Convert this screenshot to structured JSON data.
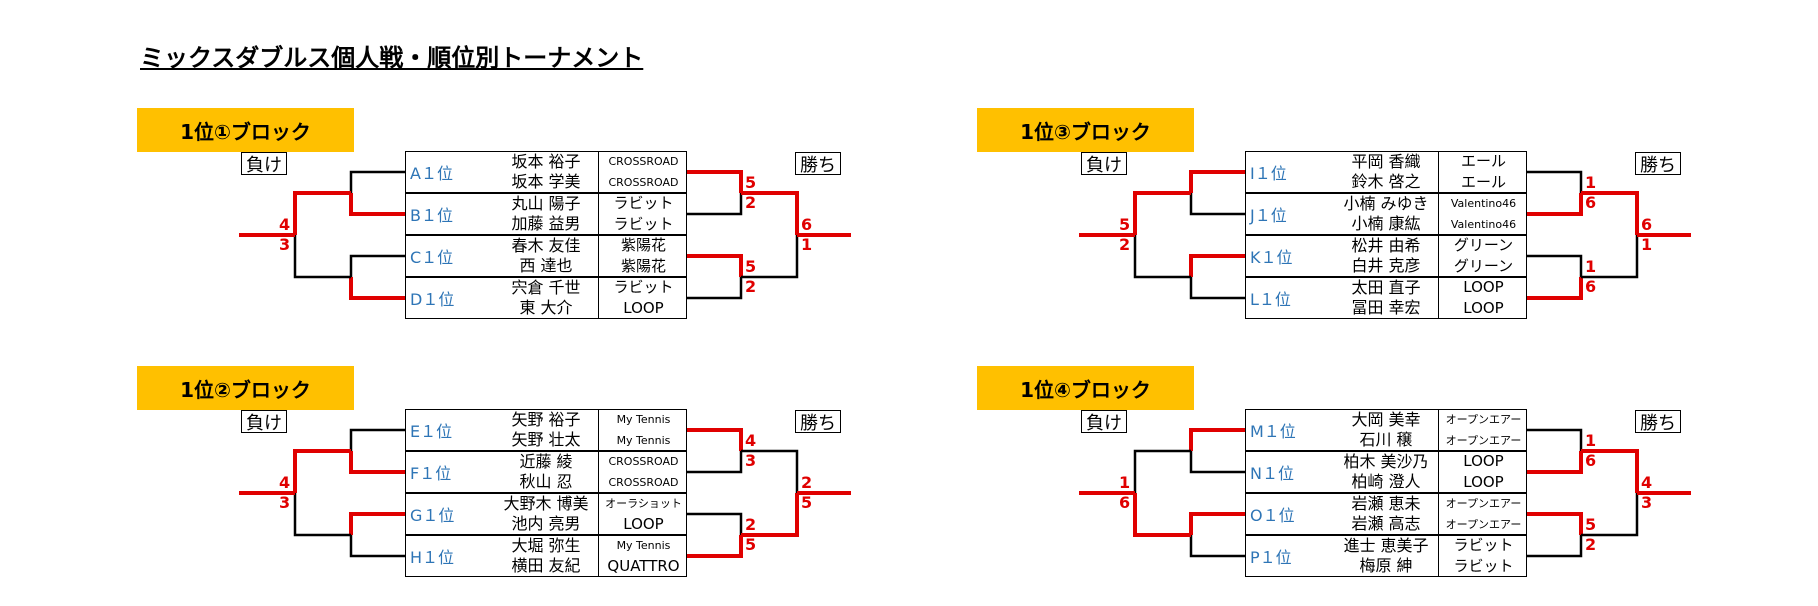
{
  "title": "ミックスダブルス個人戦・順位別トーナメント",
  "labels": {
    "lose": "負け",
    "win": "勝ち"
  },
  "colors": {
    "header": "#ffc000",
    "winline": "#e00000",
    "line": "#000000",
    "rank": "#2e75b6"
  },
  "blocks": [
    {
      "name": "1位①ブロック",
      "teams": [
        {
          "rank": "A１位",
          "p1": "坂本 裕子",
          "p2": "坂本 学美",
          "c1": "CROSSROAD",
          "c2": "CROSSROAD"
        },
        {
          "rank": "B１位",
          "p1": "丸山 陽子",
          "p2": "加藤 益男",
          "c1": "ラビット",
          "c2": "ラビット"
        },
        {
          "rank": "C１位",
          "p1": "春木 友佳",
          "p2": "西 達也",
          "c1": "紫陽花",
          "c2": "紫陽花"
        },
        {
          "rank": "D１位",
          "p1": "宍倉 千世",
          "p2": "東 大介",
          "c1": "ラビット",
          "c2": "LOOP"
        }
      ],
      "scores": {
        "loseTop": "4",
        "loseBot": "3",
        "wA1": "5",
        "wA2": "2",
        "wB1": "5",
        "wB2": "2",
        "winTop": "6",
        "winBot": "1"
      }
    },
    {
      "name": "1位②ブロック",
      "teams": [
        {
          "rank": "E１位",
          "p1": "矢野 裕子",
          "p2": "矢野 壮太",
          "c1": "My Tennis",
          "c2": "My Tennis"
        },
        {
          "rank": "F１位",
          "p1": "近藤 綾",
          "p2": "秋山 忍",
          "c1": "CROSSROAD",
          "c2": "CROSSROAD"
        },
        {
          "rank": "G１位",
          "p1": "大野木 博美",
          "p2": "池内 亮男",
          "c1": "オーラショット",
          "c2": "LOOP"
        },
        {
          "rank": "H１位",
          "p1": "大堀 弥生",
          "p2": "横田 友紀",
          "c1": "My Tennis",
          "c2": "QUATTRO"
        }
      ],
      "scores": {
        "loseTop": "4",
        "loseBot": "3",
        "wA1": "4",
        "wA2": "3",
        "wB1": "2",
        "wB2": "5",
        "winTop": "2",
        "winBot": "5"
      }
    },
    {
      "name": "1位③ブロック",
      "teams": [
        {
          "rank": "I１位",
          "p1": "平岡 香織",
          "p2": "鈴木 啓之",
          "c1": "エール",
          "c2": "エール"
        },
        {
          "rank": "J１位",
          "p1": "小楠 みゆき",
          "p2": "小楠 康紘",
          "c1": "Valentino46",
          "c2": "Valentino46"
        },
        {
          "rank": "K１位",
          "p1": "松井 由希",
          "p2": "白井 克彦",
          "c1": "グリーン",
          "c2": "グリーン"
        },
        {
          "rank": "L１位",
          "p1": "太田 直子",
          "p2": "冨田 幸宏",
          "c1": "LOOP",
          "c2": "LOOP"
        }
      ],
      "scores": {
        "loseTop": "5",
        "loseBot": "2",
        "wA1": "1",
        "wA2": "6",
        "wB1": "1",
        "wB2": "6",
        "winTop": "6",
        "winBot": "1"
      }
    },
    {
      "name": "1位④ブロック",
      "teams": [
        {
          "rank": "M１位",
          "p1": "大岡 美幸",
          "p2": "石川 穣",
          "c1": "オープンエアー",
          "c2": "オープンエアー"
        },
        {
          "rank": "N１位",
          "p1": "柏木 美沙乃",
          "p2": "柏崎 澄人",
          "c1": "LOOP",
          "c2": "LOOP"
        },
        {
          "rank": "O１位",
          "p1": "岩瀬 恵未",
          "p2": "岩瀬 高志",
          "c1": "オープンエアー",
          "c2": "オープンエアー"
        },
        {
          "rank": "P１位",
          "p1": "進士 恵美子",
          "p2": "梅原 紳",
          "c1": "ラビット",
          "c2": "ラビット"
        }
      ],
      "scores": {
        "loseTop": "1",
        "loseBot": "6",
        "wA1": "1",
        "wA2": "6",
        "wB1": "5",
        "wB2": "2",
        "winTop": "4",
        "winBot": "3"
      }
    }
  ]
}
